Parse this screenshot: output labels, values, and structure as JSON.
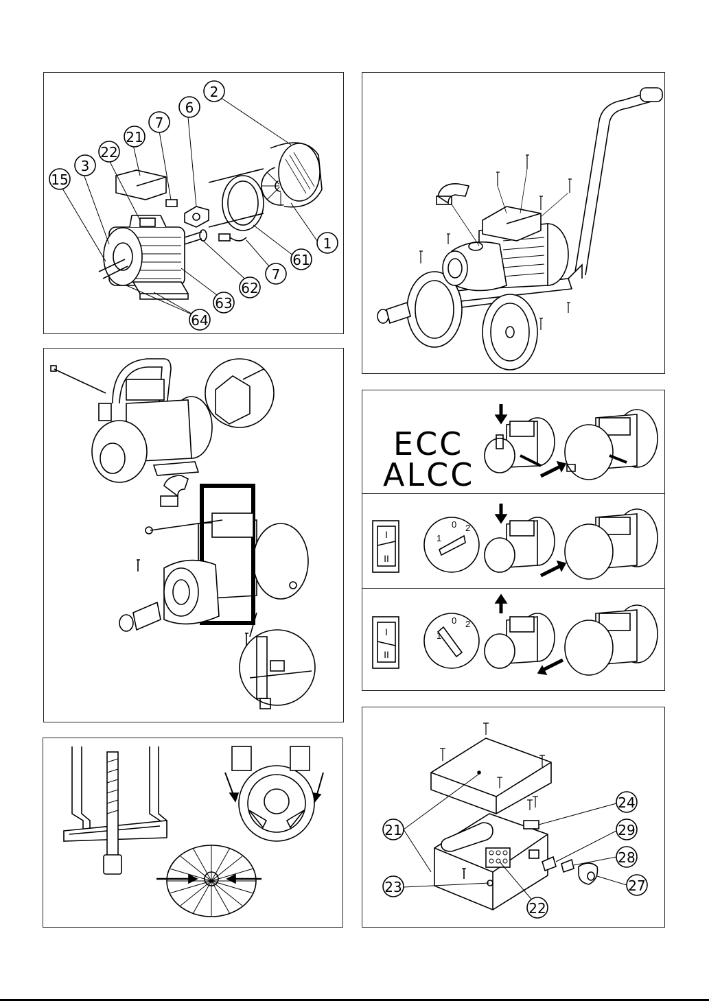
{
  "panels": {
    "exploded_motor": {
      "callouts": [
        "15",
        "3",
        "22",
        "21",
        "7",
        "6",
        "2",
        "1",
        "61",
        "7",
        "62",
        "63",
        "64"
      ]
    },
    "trolley_assembly": {},
    "handle_assembly": {},
    "puller_tools": {},
    "operation": {
      "model_labels": [
        "ECC",
        "ALCC"
      ],
      "rows": [
        {
          "switch_upper": "I",
          "switch_lower": "II",
          "dial": [
            "1",
            "0",
            "2"
          ],
          "arrow": "down"
        },
        {
          "switch_upper": "I",
          "switch_lower": "II",
          "dial": [
            "1",
            "0",
            "2"
          ],
          "arrow": "up"
        }
      ]
    },
    "terminal_box": {
      "callouts": [
        "24",
        "29",
        "28",
        "27",
        "21",
        "23",
        "22"
      ]
    }
  }
}
